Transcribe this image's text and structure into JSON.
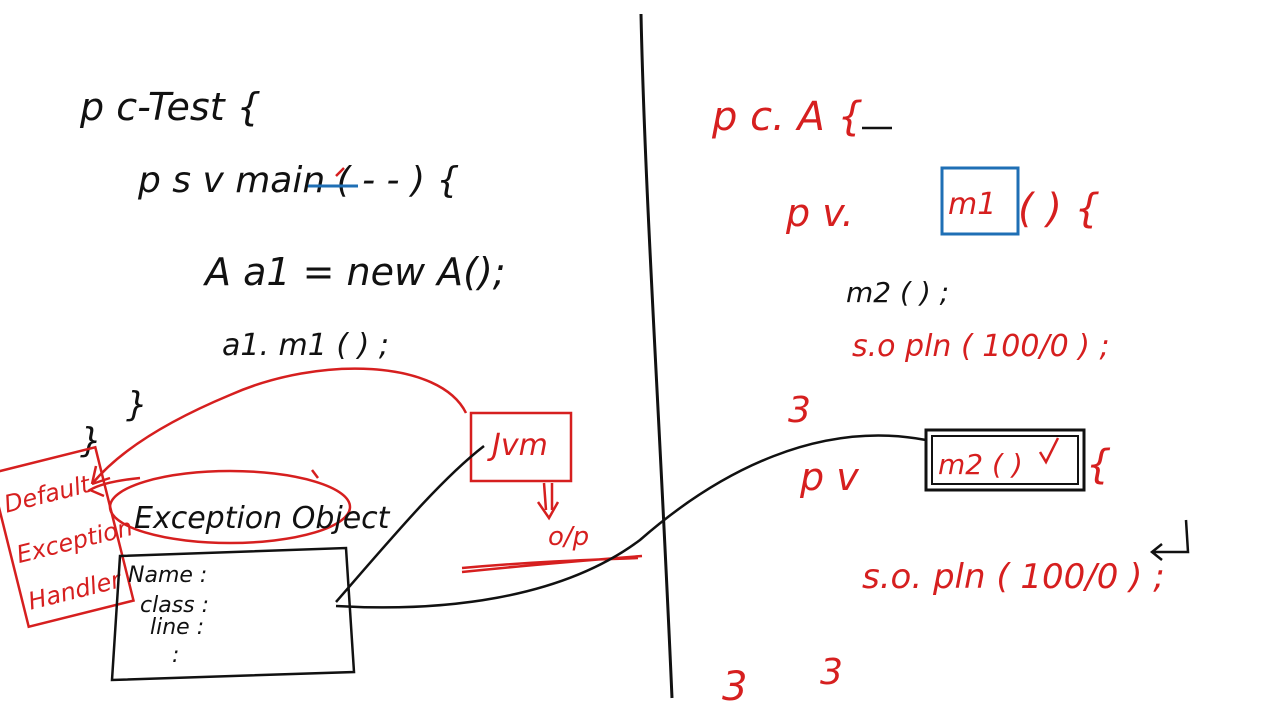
{
  "colors": {
    "background": "#ffffff",
    "ink_black": "#111111",
    "ink_red": "#d61f1f",
    "ink_blue": "#1f6fb5"
  },
  "left": {
    "class_decl": "p c-Test {",
    "main_decl": "p s v main ( - - ) {",
    "main_word": "main",
    "obj_create": "A a1 = new A();",
    "method_call": "a1. m1 ( ) ;",
    "close_main": "}",
    "close_class": "}",
    "jvm_box": "Jvm",
    "output_label": "o/p",
    "exception_object": "Exception Object",
    "default_handler": [
      "Default",
      "Exception",
      "Handler"
    ],
    "exception_fields": [
      "Name :",
      "class :",
      "line :",
      ":"
    ]
  },
  "right": {
    "class_decl": "p c. A {",
    "m1_decl_prefix": "p v.",
    "m1_name": "m1",
    "m1_decl_suffix": "( ) {",
    "m2_call": "m2 ( ) ;",
    "print1": "s.o pln ( 100/0 ) ;",
    "close_m1": "3",
    "m2_decl_prefix": "p v",
    "m2_box": "m2 ( )",
    "m2_brace": "{",
    "print2": "s.o. pln ( 100/0 ) ;",
    "close_m2": "3",
    "close_class": "3"
  }
}
